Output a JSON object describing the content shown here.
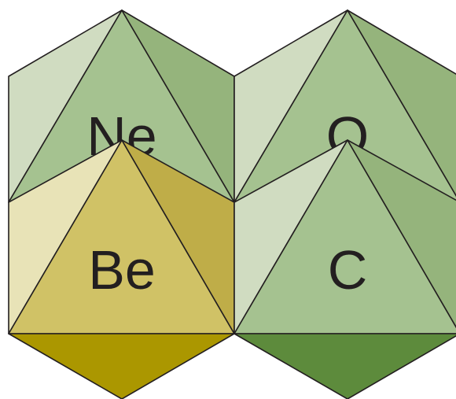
{
  "tiles": [
    {
      "id": "ne",
      "label": "Ne",
      "colors": {
        "left": "#d0dcc1",
        "middle": "#a5c290",
        "right": "#95b47c",
        "top": "#bdd2ad",
        "bottom": "#5d8b3c"
      }
    },
    {
      "id": "o",
      "label": "O",
      "colors": {
        "left": "#d0dcc1",
        "middle": "#a5c290",
        "right": "#95b47c",
        "top": "#bdd2ad",
        "bottom": "#5d8b3c"
      }
    },
    {
      "id": "be",
      "label": "Be",
      "colors": {
        "left": "#e8e3b7",
        "middle": "#d0c266",
        "right": "#bfad48",
        "top": "#ddd49a",
        "bottom": "#ab9700"
      }
    },
    {
      "id": "c",
      "label": "C",
      "colors": {
        "left": "#d0dcc1",
        "middle": "#a5c290",
        "right": "#95b47c",
        "top": "#bdd2ad",
        "bottom": "#5d8b3c"
      }
    }
  ]
}
